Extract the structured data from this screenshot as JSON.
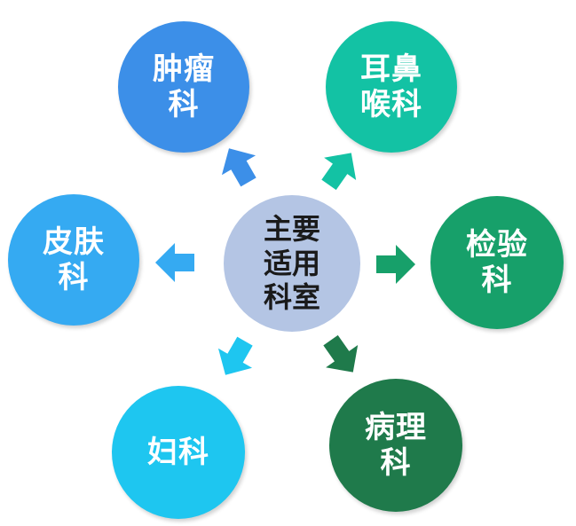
{
  "center": {
    "lines": [
      "主要",
      "适用",
      "科室"
    ],
    "color": "#b4c5e4"
  },
  "departments": [
    {
      "id": "oncology",
      "lines": [
        "肿瘤",
        "科"
      ],
      "color": "#3c8fe8"
    },
    {
      "id": "ent",
      "lines": [
        "耳鼻",
        "喉科"
      ],
      "color": "#13c2a4"
    },
    {
      "id": "dermatology",
      "lines": [
        "皮肤",
        "科"
      ],
      "color": "#35aaf2"
    },
    {
      "id": "lab",
      "lines": [
        "检验",
        "科"
      ],
      "color": "#17a06a"
    },
    {
      "id": "gynecology",
      "lines": [
        "妇科"
      ],
      "color": "#1ec6f0"
    },
    {
      "id": "pathology",
      "lines": [
        "病理",
        "科"
      ],
      "color": "#1f7a4b"
    }
  ],
  "arrows": [
    {
      "to": "oncology",
      "color": "#3c8fe8"
    },
    {
      "to": "ent",
      "color": "#13c2a4"
    },
    {
      "to": "dermatology",
      "color": "#35aaf2"
    },
    {
      "to": "lab",
      "color": "#17a06a"
    },
    {
      "to": "gynecology",
      "color": "#1ec6f0"
    },
    {
      "to": "pathology",
      "color": "#1f7a4b"
    }
  ]
}
